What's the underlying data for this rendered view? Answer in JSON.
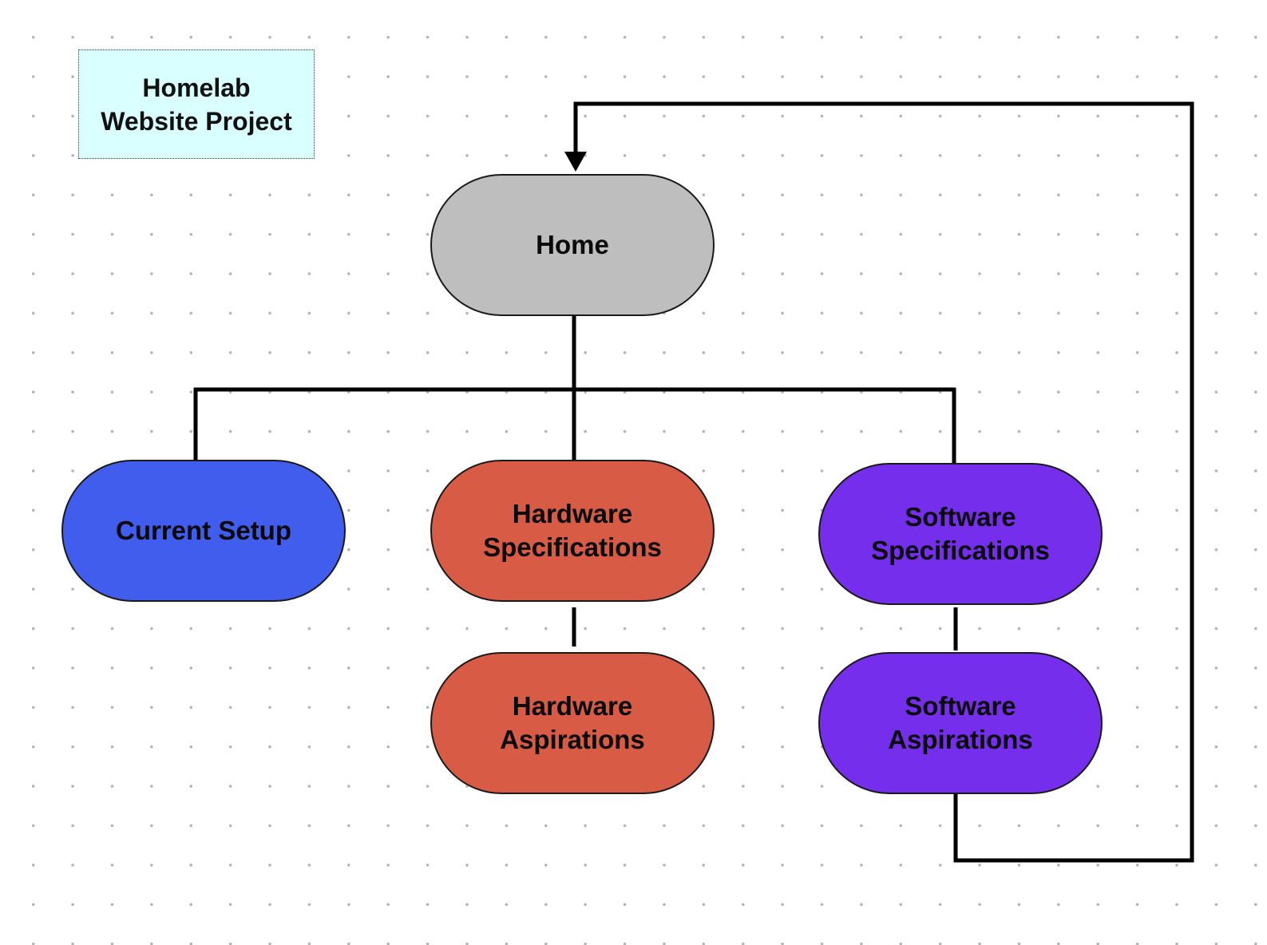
{
  "colors": {
    "home": "#bebebe",
    "current_setup": "#405ded",
    "hardware": "#d75b45",
    "software": "#742eec",
    "note": "#d9ffff",
    "connector": "#000000"
  },
  "note": {
    "text": "Homelab\nWebsite Project"
  },
  "nodes": {
    "home": "Home",
    "current_setup": "Current Setup",
    "hardware_specifications": "Hardware\nSpecifications",
    "software_specifications": "Software\nSpecifications",
    "hardware_aspirations": "Hardware\nAspirations",
    "software_aspirations": "Software\nAspirations"
  },
  "edges": [
    {
      "from": "home",
      "to": "current_setup"
    },
    {
      "from": "home",
      "to": "hardware_specifications"
    },
    {
      "from": "home",
      "to": "software_specifications"
    },
    {
      "from": "hardware_specifications",
      "to": "hardware_aspirations"
    },
    {
      "from": "software_specifications",
      "to": "software_aspirations"
    },
    {
      "from": "software_aspirations",
      "to": "home",
      "arrow": true
    }
  ]
}
